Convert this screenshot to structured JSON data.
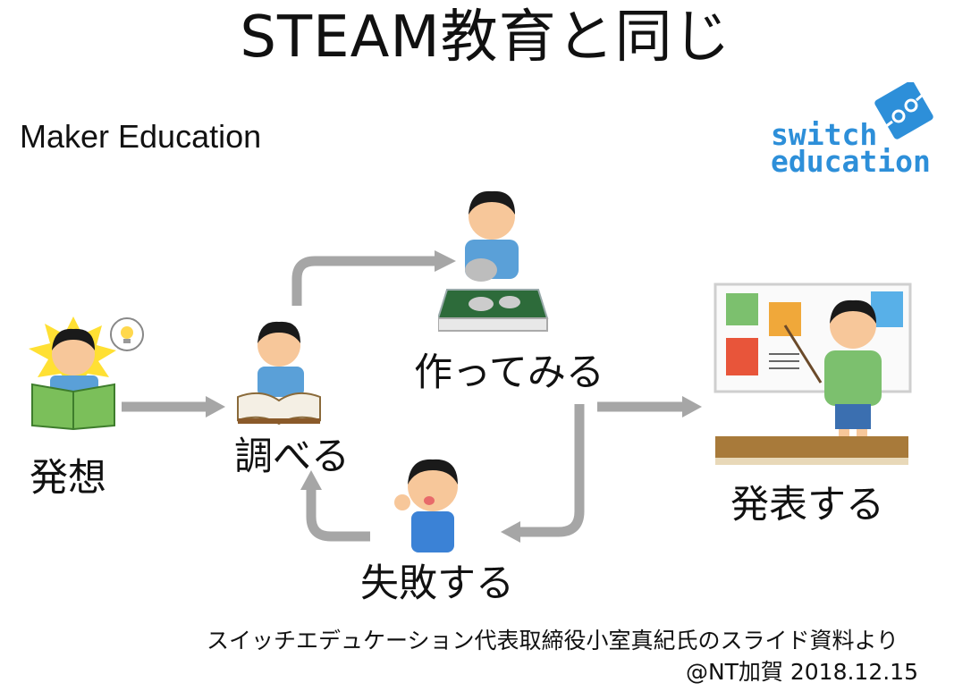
{
  "title": "STEAM教育と同じ",
  "subtitle": "Maker Education",
  "logo": {
    "line1": "switch",
    "line2": "education",
    "color": "#2d8fd9"
  },
  "steps": {
    "idea": "発想",
    "research": "調べる",
    "make": "作ってみる",
    "fail": "失敗する",
    "present": "発表する"
  },
  "footer": {
    "source": "スイッチエデュケーション代表取締役小室真紀氏のスライド資料より",
    "credit": "@NT加賀 2018.12.15"
  }
}
